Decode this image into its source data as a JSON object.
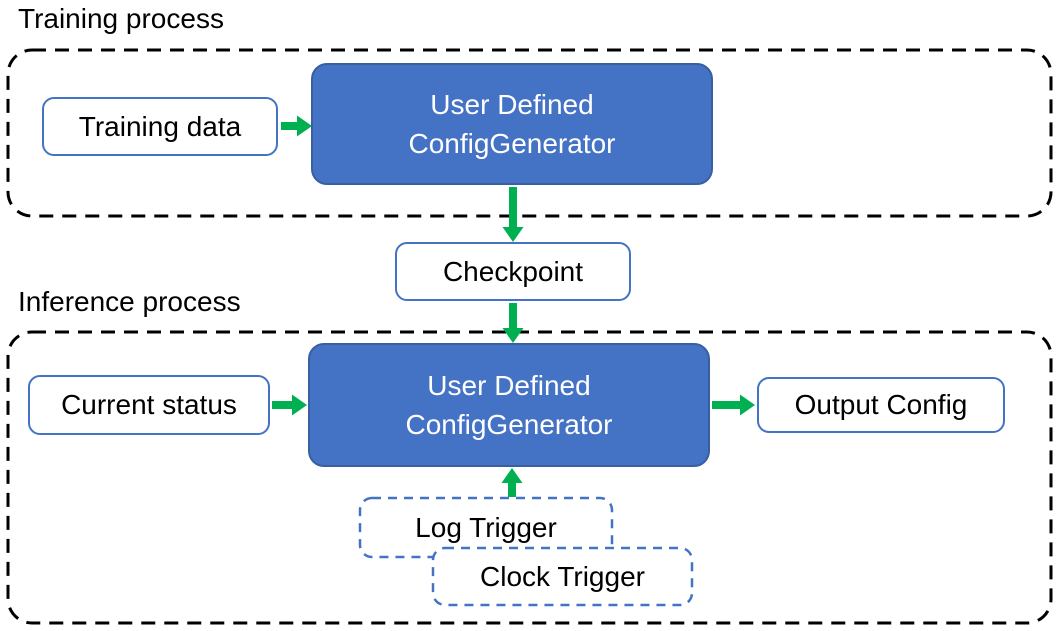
{
  "colors": {
    "accent_blue": "#4472C4",
    "accent_blue_dark": "#3A5FA0",
    "arrow_green": "#00B050",
    "dash_black": "#000000",
    "text_black": "#000000",
    "text_white": "#FFFFFF"
  },
  "training": {
    "section_label": "Training process",
    "input_box": "Training data",
    "generator_line1": "User Defined",
    "generator_line2": "ConfigGenerator"
  },
  "checkpoint_box": "Checkpoint",
  "inference": {
    "section_label": "Inference process",
    "input_box": "Current status",
    "generator_line1": "User Defined",
    "generator_line2": "ConfigGenerator",
    "output_box": "Output Config",
    "trigger_boxes": {
      "log": "Log Trigger",
      "clock": "Clock Trigger"
    }
  }
}
